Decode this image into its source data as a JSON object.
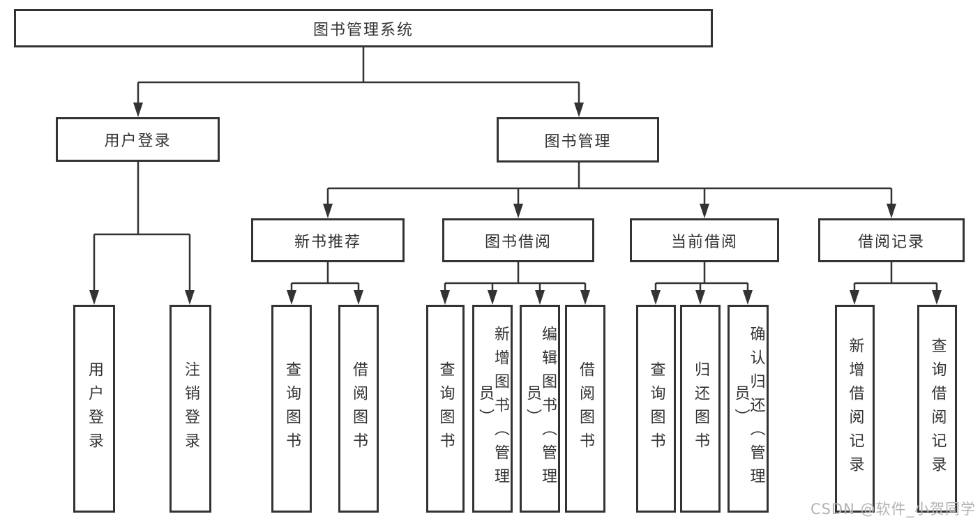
{
  "diagram_type": "hierarchy-tree",
  "hierarchy": {
    "root": "图书管理系统",
    "children": [
      {
        "label": "用户登录",
        "children": [
          "用户登录",
          "注销登录"
        ]
      },
      {
        "label": "图书管理",
        "children": [
          {
            "label": "新书推荐",
            "children": [
              "查询图书",
              "借阅图书"
            ]
          },
          {
            "label": "图书借阅",
            "children": [
              "查询图书",
              "新增图书（管理员）",
              "编辑图书（管理员）",
              "借阅图书"
            ]
          },
          {
            "label": "当前借阅",
            "children": [
              "查询图书",
              "归还图书",
              "确认归还（管理员）"
            ]
          },
          {
            "label": "借阅记录",
            "children": [
              "新增借阅记录",
              "查询借阅记录"
            ]
          }
        ]
      }
    ]
  },
  "watermark": "CSDN @软件_小贺同学",
  "colors": {
    "line": "#333333",
    "node_border": "#333333",
    "text": "#333333",
    "background": "#ffffff",
    "watermark": "#b3b3b3"
  }
}
